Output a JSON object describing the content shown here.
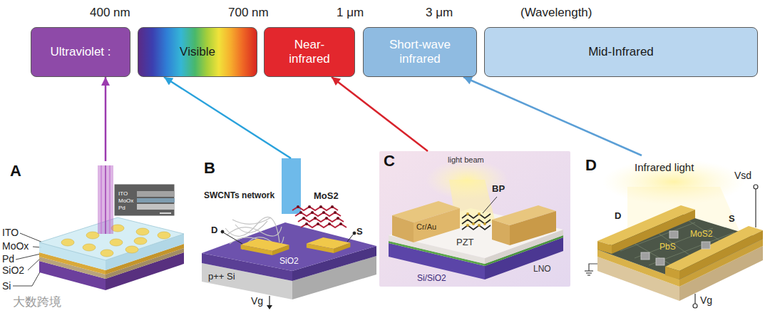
{
  "diagram": {
    "nodes": [
      {
        "text": [
          "Ultraviolet :"
        ]
      },
      {
        "text": [
          "Visible"
        ]
      },
      {
        "text": [
          "Near- infrared"
        ]
      },
      {
        "text": [
          "Short-wave infrared"
        ]
      },
      {
        "text": [
          "Mid-Infrared"
        ]
      },
      {
        "text": [
          "A"
        ]
      },
      {
        "text": [
          "B"
        ]
      },
      {
        "text": [
          "C"
        ]
      },
      {
        "text": [
          "D"
        ]
      }
    ],
    "edges": [
      {
        "from": 5,
        "to": 0,
        "arrow": "to"
      },
      {
        "from": 6,
        "to": 1,
        "arrow": "to"
      },
      {
        "from": 7,
        "to": 2,
        "arrow": "to"
      },
      {
        "from": 8,
        "to": 3,
        "arrow": "to"
      }
    ],
    "labels": [
      "400 nm",
      "700 nm",
      "1 μm",
      "3 μm",
      "(Wavelength)",
      "ITO",
      "MoOx",
      "Pd",
      "SiO2",
      "Si",
      "ITO",
      "MoOx",
      "Pd",
      "SWCNTs network",
      "D",
      "MoS2",
      "S",
      "SiO2",
      "p++ Si",
      "Vg",
      "light beam",
      "BP",
      "Cr/Au",
      "PZT",
      "Si/SiO2",
      "LNO",
      "Infrared light",
      "Vsd",
      "S",
      "D",
      "PbS",
      "MoS2",
      "Vg",
      "大数跨境"
    ]
  }
}
